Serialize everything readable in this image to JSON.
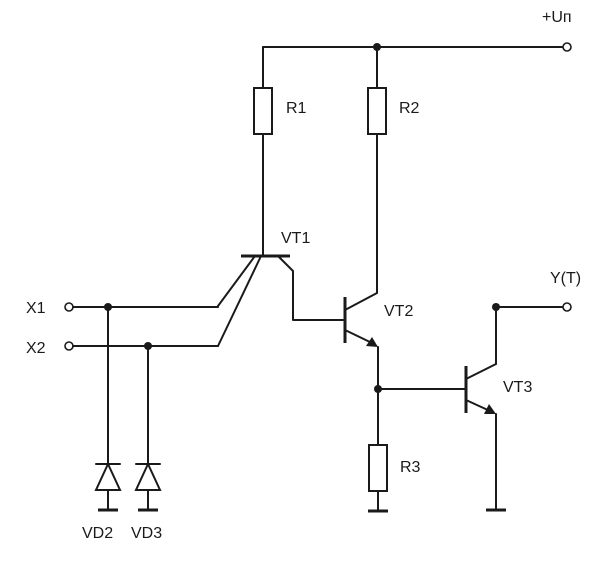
{
  "supply": {
    "label": "+Uп"
  },
  "output": {
    "label": "Y(T)"
  },
  "inputs": [
    {
      "label": "X1"
    },
    {
      "label": "X2"
    }
  ],
  "resistors": [
    {
      "label": "R1"
    },
    {
      "label": "R2"
    },
    {
      "label": "R3"
    }
  ],
  "transistors": [
    {
      "label": "VT1"
    },
    {
      "label": "VT2"
    },
    {
      "label": "VT3"
    }
  ],
  "diodes": [
    {
      "label": "VD2"
    },
    {
      "label": "VD3"
    }
  ]
}
